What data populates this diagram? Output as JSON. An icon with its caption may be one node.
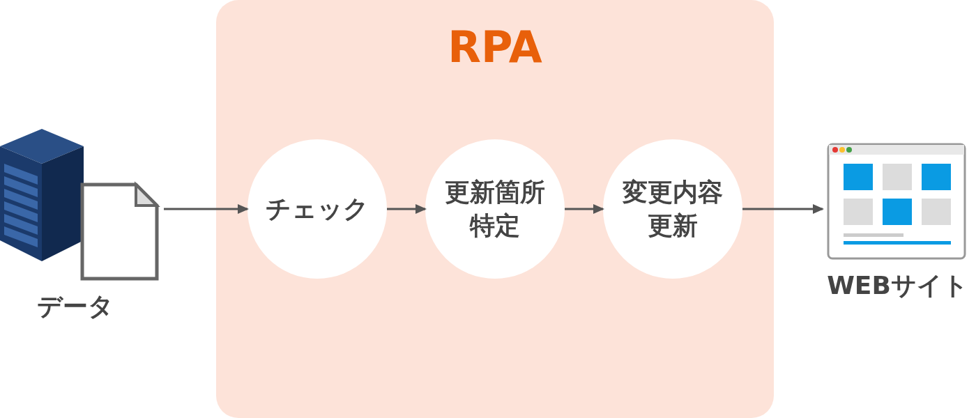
{
  "diagram": {
    "nodes": [
      {
        "text": [
          "データ"
        ]
      },
      {
        "text": [
          "RPA"
        ]
      },
      {
        "text": [
          "チェック"
        ],
        "in": 1
      },
      {
        "text": [
          "更新箇所特定"
        ],
        "in": 1
      },
      {
        "text": [
          "変更内容更新"
        ],
        "in": 1
      },
      {
        "text": [
          "WEBサイト"
        ]
      }
    ],
    "edges": [
      {
        "from": 0,
        "to": 2,
        "arrow": "to"
      },
      {
        "from": 2,
        "to": 3,
        "arrow": "to"
      },
      {
        "from": 3,
        "to": 4,
        "arrow": "to"
      },
      {
        "from": 4,
        "to": 5,
        "arrow": "to"
      }
    ]
  }
}
